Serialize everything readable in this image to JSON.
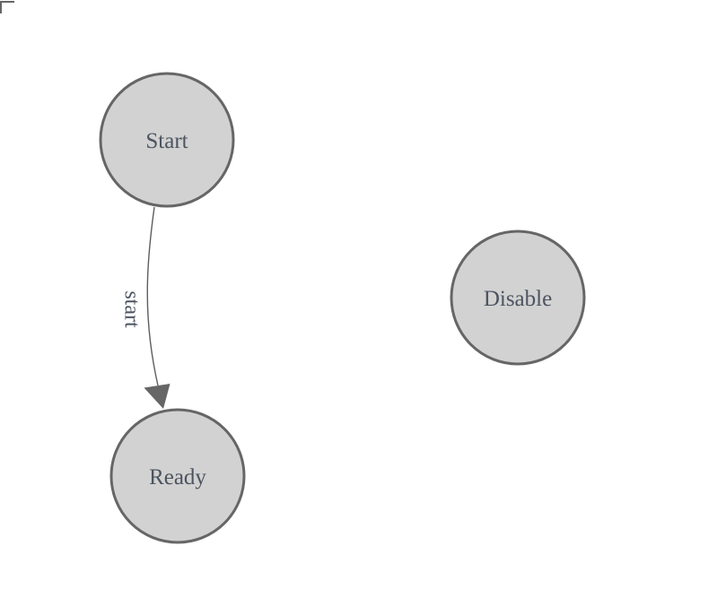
{
  "diagram": {
    "type": "state-diagram",
    "nodes": [
      {
        "id": "start",
        "label": "Start"
      },
      {
        "id": "ready",
        "label": "Ready"
      },
      {
        "id": "disable",
        "label": "Disable"
      }
    ],
    "edges": [
      {
        "from": "start",
        "to": "ready",
        "label": "start",
        "arrowhead": "filled-triangle"
      }
    ]
  },
  "colors": {
    "background": "#ffffff",
    "node_fill": "#d2d2d2",
    "node_stroke": "#666666",
    "node_label": "#4c5460",
    "edge_stroke": "#5e5e5e",
    "edge_label": "#4c5460",
    "arrow_fill": "#666666",
    "corner_mark": "#666666"
  }
}
